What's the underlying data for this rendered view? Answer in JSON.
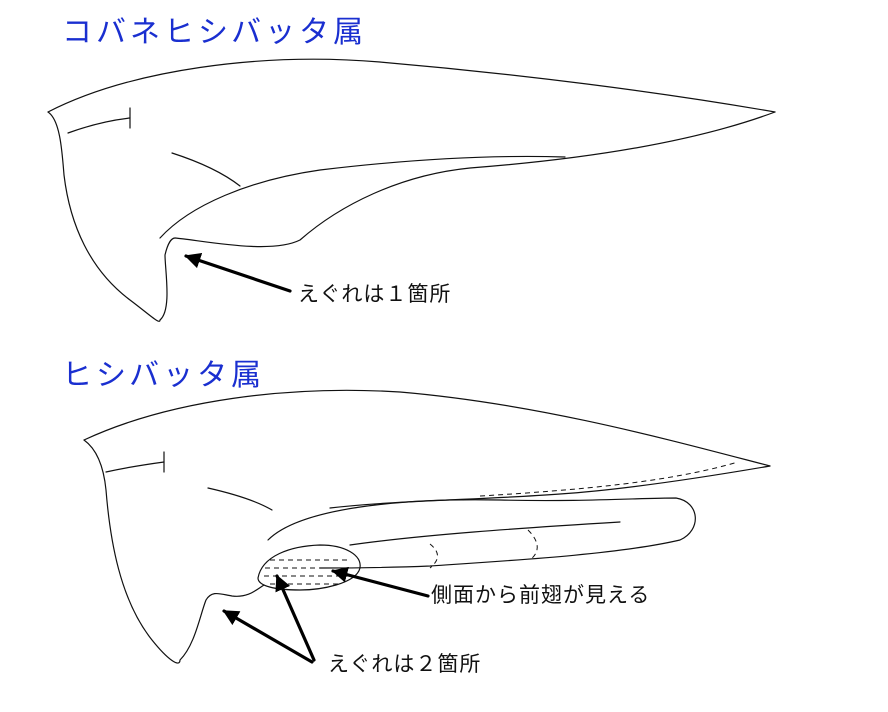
{
  "diagram": {
    "section_1": {
      "heading": "コバネヒシバッタ属",
      "callout": "えぐれは１箇所"
    },
    "section_2": {
      "heading": "ヒシバッタ属",
      "callout_forewing": "側面から前翅が見える",
      "callout_notch": "えぐれは２箇所"
    }
  }
}
